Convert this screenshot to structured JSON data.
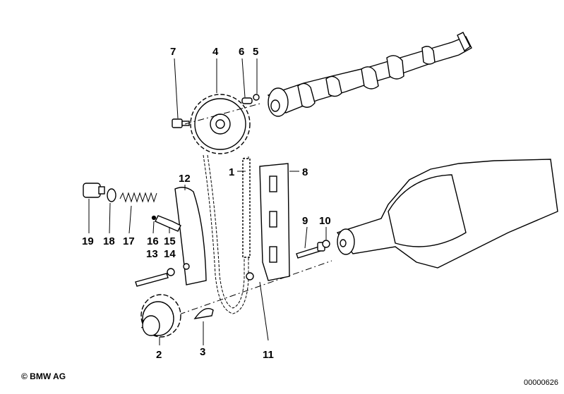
{
  "labels": {
    "p1": "1",
    "p2": "2",
    "p3": "3",
    "p4": "4",
    "p5": "5",
    "p6": "6",
    "p7": "7",
    "p8": "8",
    "p9": "9",
    "p10": "10",
    "p11": "11",
    "p12": "12",
    "p13": "13",
    "p14": "14",
    "p15": "15",
    "p16": "16",
    "p17": "17",
    "p18": "18",
    "p19": "19"
  },
  "footer": {
    "copyright": "© BMW AG",
    "document_number": "00000626"
  }
}
